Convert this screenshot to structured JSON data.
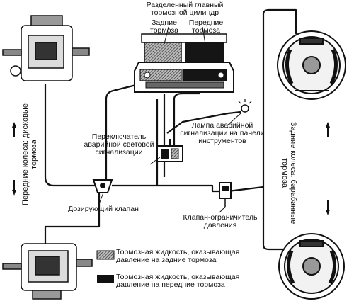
{
  "labels": {
    "master_cylinder": "Разделенный главный тормозной цилиндр",
    "rear_brakes": "Задние тормоза",
    "front_brakes": "Передние тормоза",
    "warning_lamp": "Лампа аварийной сигнализации на панели инструментов",
    "warning_switch": "Переключатель аварийной световой сигнализации",
    "metering_valve": "Дозирующий клапан",
    "pressure_limiter": "Клапан-ограничитель давления",
    "front_wheels": "Передние колеса: дисковые тормоза",
    "rear_wheels": "Задние колеса: барабанные тормоза"
  },
  "legend": [
    {
      "text": "Тормозная жидкость, оказывающая давление на задние тормоза",
      "pattern": "hatched",
      "color": "#8a8a8a"
    },
    {
      "text": "Тормозная жидкость, оказывающая давление на передние тормоза",
      "pattern": "solid",
      "color": "#111111"
    }
  ]
}
